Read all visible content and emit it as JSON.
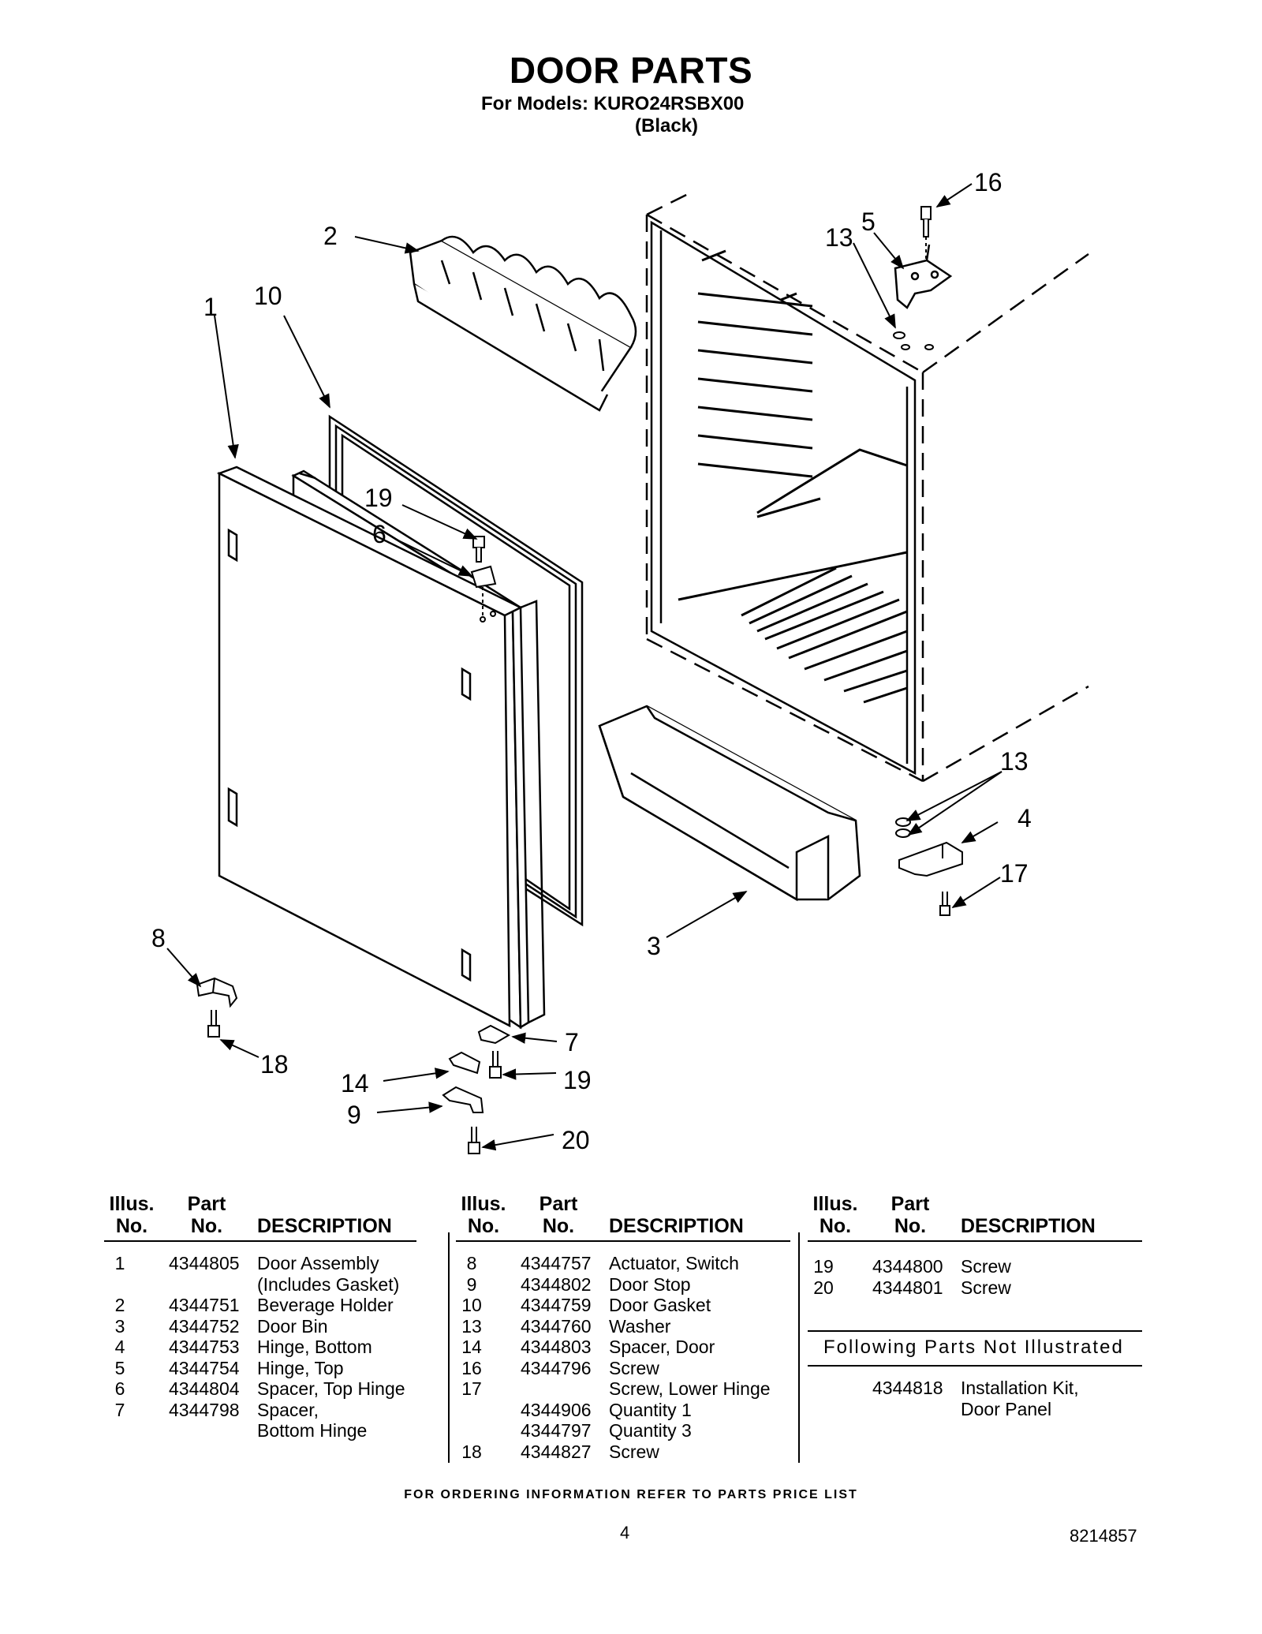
{
  "title": "DOOR PARTS",
  "models_line": "For Models: KURO24RSBX00",
  "models_color": "(Black)",
  "callouts": {
    "c1": "1",
    "c2": "2",
    "c3": "3",
    "c4": "4",
    "c5": "5",
    "c6": "6",
    "c7": "7",
    "c8": "8",
    "c9": "9",
    "c10": "10",
    "c13a": "13",
    "c13b": "13",
    "c14": "14",
    "c16": "16",
    "c17": "17",
    "c18": "18",
    "c19a": "19",
    "c19b": "19",
    "c20": "20"
  },
  "table_header": {
    "illus": "Illus.",
    "no": "No.",
    "part": "Part",
    "part_no": "No.",
    "description": "DESCRIPTION"
  },
  "col1": [
    {
      "no": "1",
      "part": "4344805",
      "desc": "Door Assembly"
    },
    {
      "no": "",
      "part": "",
      "desc": "(Includes Gasket)"
    },
    {
      "no": "2",
      "part": "4344751",
      "desc": "Beverage Holder"
    },
    {
      "no": "3",
      "part": "4344752",
      "desc": "Door Bin"
    },
    {
      "no": "4",
      "part": "4344753",
      "desc": "Hinge, Bottom"
    },
    {
      "no": "5",
      "part": "4344754",
      "desc": "Hinge, Top"
    },
    {
      "no": "6",
      "part": "4344804",
      "desc": "Spacer, Top Hinge"
    },
    {
      "no": "7",
      "part": "4344798",
      "desc": "Spacer,"
    },
    {
      "no": "",
      "part": "",
      "desc": "Bottom Hinge"
    }
  ],
  "col2": [
    {
      "no": "8",
      "part": "4344757",
      "desc": "Actuator, Switch"
    },
    {
      "no": "9",
      "part": "4344802",
      "desc": "Door Stop"
    },
    {
      "no": "10",
      "part": "4344759",
      "desc": "Door Gasket"
    },
    {
      "no": "13",
      "part": "4344760",
      "desc": "Washer"
    },
    {
      "no": "14",
      "part": "4344803",
      "desc": "Spacer, Door"
    },
    {
      "no": "16",
      "part": "4344796",
      "desc": "Screw"
    },
    {
      "no": "17",
      "part": "",
      "desc": "Screw, Lower Hinge"
    },
    {
      "no": "",
      "part": "4344906",
      "desc": "Quantity 1"
    },
    {
      "no": "",
      "part": "4344797",
      "desc": "Quantity 3"
    },
    {
      "no": "18",
      "part": "4344827",
      "desc": "Screw"
    }
  ],
  "col3": [
    {
      "no": "19",
      "part": "4344800",
      "desc": "Screw"
    },
    {
      "no": "20",
      "part": "4344801",
      "desc": "Screw"
    }
  ],
  "not_illustrated": {
    "heading": "Following Parts Not Illustrated",
    "items": [
      {
        "part": "4344818",
        "desc": "Installation Kit,"
      },
      {
        "part": "",
        "desc": "Door Panel"
      }
    ]
  },
  "footer_note": "FOR ORDERING INFORMATION REFER TO PARTS PRICE LIST",
  "page_number": "4",
  "document_number": "8214857"
}
